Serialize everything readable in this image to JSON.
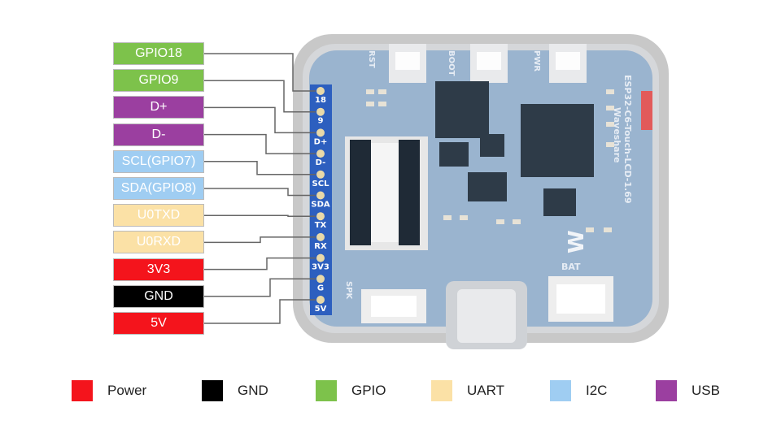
{
  "pin_labels": [
    {
      "text": "GPIO18",
      "color": "#7dc24b"
    },
    {
      "text": "GPIO9",
      "color": "#7dc24b"
    },
    {
      "text": "D+",
      "color": "#9b3fa0"
    },
    {
      "text": "D-",
      "color": "#9b3fa0"
    },
    {
      "text": "SCL(GPIO7)",
      "color": "#9fcdf2"
    },
    {
      "text": "SDA(GPIO8)",
      "color": "#9fcdf2"
    },
    {
      "text": "U0TXD",
      "color": "#fbe1a6"
    },
    {
      "text": "U0RXD",
      "color": "#fbe1a6"
    },
    {
      "text": "3V3",
      "color": "#f4141c"
    },
    {
      "text": "GND",
      "color": "#000000"
    },
    {
      "text": "5V",
      "color": "#f4141c"
    }
  ],
  "header_pins": [
    "18",
    "9",
    "D+",
    "D-",
    "SCL",
    "SDA",
    "TX",
    "RX",
    "3V3",
    "G",
    "5V"
  ],
  "board": {
    "buttons": [
      "RST",
      "BOOT",
      "PWR"
    ],
    "name_line1": "ESP32-C6-Touch-LCD-1.69",
    "name_line2": "Waveshare",
    "connectors": [
      "BAT",
      "SPK"
    ]
  },
  "legend": [
    {
      "label": "Power",
      "color": "#f4141c"
    },
    {
      "label": "GND",
      "color": "#000000"
    },
    {
      "label": "GPIO",
      "color": "#7dc24b"
    },
    {
      "label": "UART",
      "color": "#fbe1a6"
    },
    {
      "label": "I2C",
      "color": "#9fcdf2"
    },
    {
      "label": "USB",
      "color": "#9b3fa0"
    }
  ]
}
